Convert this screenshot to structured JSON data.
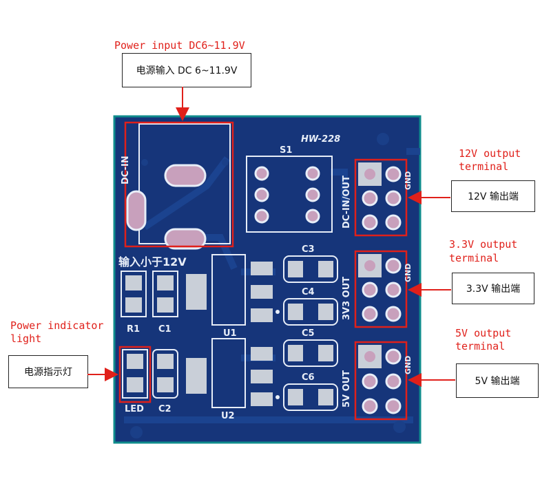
{
  "labels": {
    "power_input": "Power input DC6~11.9V",
    "out12_line1": "12V output",
    "out12_line2": "terminal",
    "out33_line1": "3.3V output",
    "out33_line2": "terminal",
    "out5_line1": "5V output",
    "out5_line2": "terminal",
    "indicator_line1": "Power indicator",
    "indicator_line2": "light"
  },
  "callouts": {
    "power_input": "电源输入 DC 6~11.9V",
    "out12": "12V 输出端",
    "out33": "3.3V 输出端",
    "out5": "5V 输出端",
    "indicator": "电源指示灯"
  },
  "silkscreen": {
    "board_name": "HW-228",
    "dc_in": "DC-IN",
    "s1": "S1",
    "dc_in_out": "DC-IN/OUT",
    "input_note": "输入小于12V",
    "r1": "R1",
    "c1": "C1",
    "u1": "U1",
    "u2": "U2",
    "c2": "C2",
    "c3": "C3",
    "c4": "C4",
    "c5": "C5",
    "c6": "C6",
    "led": "LED",
    "out_3v3": "3V3 OUT",
    "out_5v": "5V OUT",
    "gnd1": "GND",
    "gnd2": "GND",
    "gnd3": "GND"
  },
  "colors": {
    "board": "#16357a",
    "board_edge": "#0f8c8c",
    "pad": "#c9cfd8",
    "hole": "#c8a0bc",
    "callout_red": "#e0201a"
  }
}
